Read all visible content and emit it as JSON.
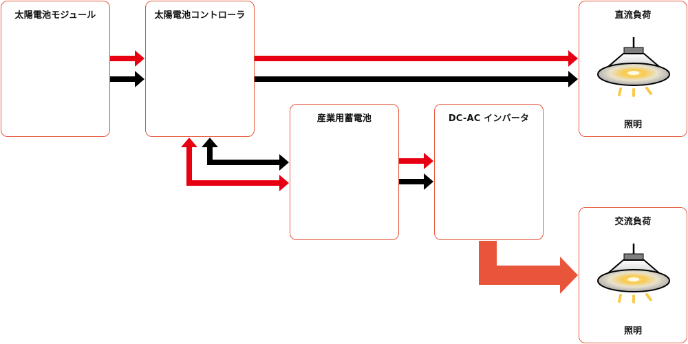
{
  "diagram": {
    "title": "太陽光発電システム構成図",
    "colors": {
      "box_border": "#e8553a",
      "dc_positive": "#e60012",
      "dc_negative": "#000000",
      "ac_power": "#e8553a",
      "lamp_glow": "#f9c94a"
    },
    "nodes": {
      "solar_module": {
        "label": "太陽電池モジュール"
      },
      "controller": {
        "label": "太陽電池コントローラ"
      },
      "battery": {
        "label": "産業用蓄電池"
      },
      "inverter": {
        "label": "DC-AC インバータ"
      },
      "dc_load": {
        "label": "直流負荷",
        "caption": "照明",
        "icon": "pendant-lamp-icon"
      },
      "ac_load": {
        "label": "交流負荷",
        "caption": "照明",
        "icon": "pendant-lamp-icon"
      }
    },
    "edges": [
      {
        "from": "solar_module",
        "to": "controller",
        "type": "dc-positive"
      },
      {
        "from": "solar_module",
        "to": "controller",
        "type": "dc-negative"
      },
      {
        "from": "controller",
        "to": "dc_load",
        "type": "dc-positive"
      },
      {
        "from": "controller",
        "to": "dc_load",
        "type": "dc-negative"
      },
      {
        "from": "controller",
        "to": "battery",
        "type": "dc-positive",
        "bidirectional": true
      },
      {
        "from": "controller",
        "to": "battery",
        "type": "dc-negative",
        "bidirectional": true
      },
      {
        "from": "battery",
        "to": "inverter",
        "type": "dc-positive"
      },
      {
        "from": "battery",
        "to": "inverter",
        "type": "dc-negative"
      },
      {
        "from": "inverter",
        "to": "ac_load",
        "type": "ac"
      }
    ]
  }
}
